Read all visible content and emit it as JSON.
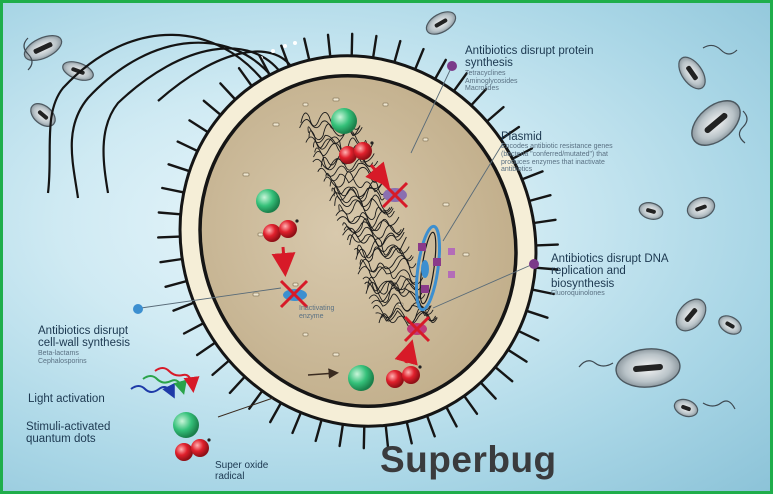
{
  "title": "Superbug",
  "labels": {
    "protein": {
      "heading": [
        "Antibiotics disrupt protein",
        "synthesis"
      ],
      "subtext": [
        "Tetracyclines",
        "Aminoglycosides",
        "Macrolides"
      ]
    },
    "plasmid": {
      "heading": [
        "Plasmid"
      ],
      "subtext": [
        "Encodes antibiotic resistance genes",
        "(bacteria \"conferred/mutated\") that",
        "produces enzymes that inactivate",
        "antibiotics"
      ]
    },
    "dna": {
      "heading": [
        "Antibiotics disrupt DNA",
        "replication and",
        "biosynthesis"
      ],
      "subtext": [
        "Fluoroquinolones"
      ]
    },
    "cellwall": {
      "heading": [
        "Antibiotics disrupt",
        "cell-wall synthesis"
      ],
      "subtext": [
        "Beta-lactams",
        "Cephalosporins"
      ]
    },
    "light": {
      "heading": [
        "Light activation"
      ]
    },
    "qdots": {
      "heading": [
        "Stimuli-activated",
        "quantum dots"
      ]
    },
    "superoxide": {
      "heading": [
        "Super oxide",
        "radical"
      ]
    },
    "inactivating": {
      "subtext": [
        "Inactivating",
        "enzyme"
      ]
    }
  },
  "colors": {
    "frame": "#1fae4b",
    "cytoplasm": "#cbb99c",
    "cell_wall": "#f5eed7",
    "quantum_dot": "#2fbf71",
    "radical": "#d71a28",
    "marker": "#7b3a8a",
    "marker_blue": "#3c8fd0"
  }
}
